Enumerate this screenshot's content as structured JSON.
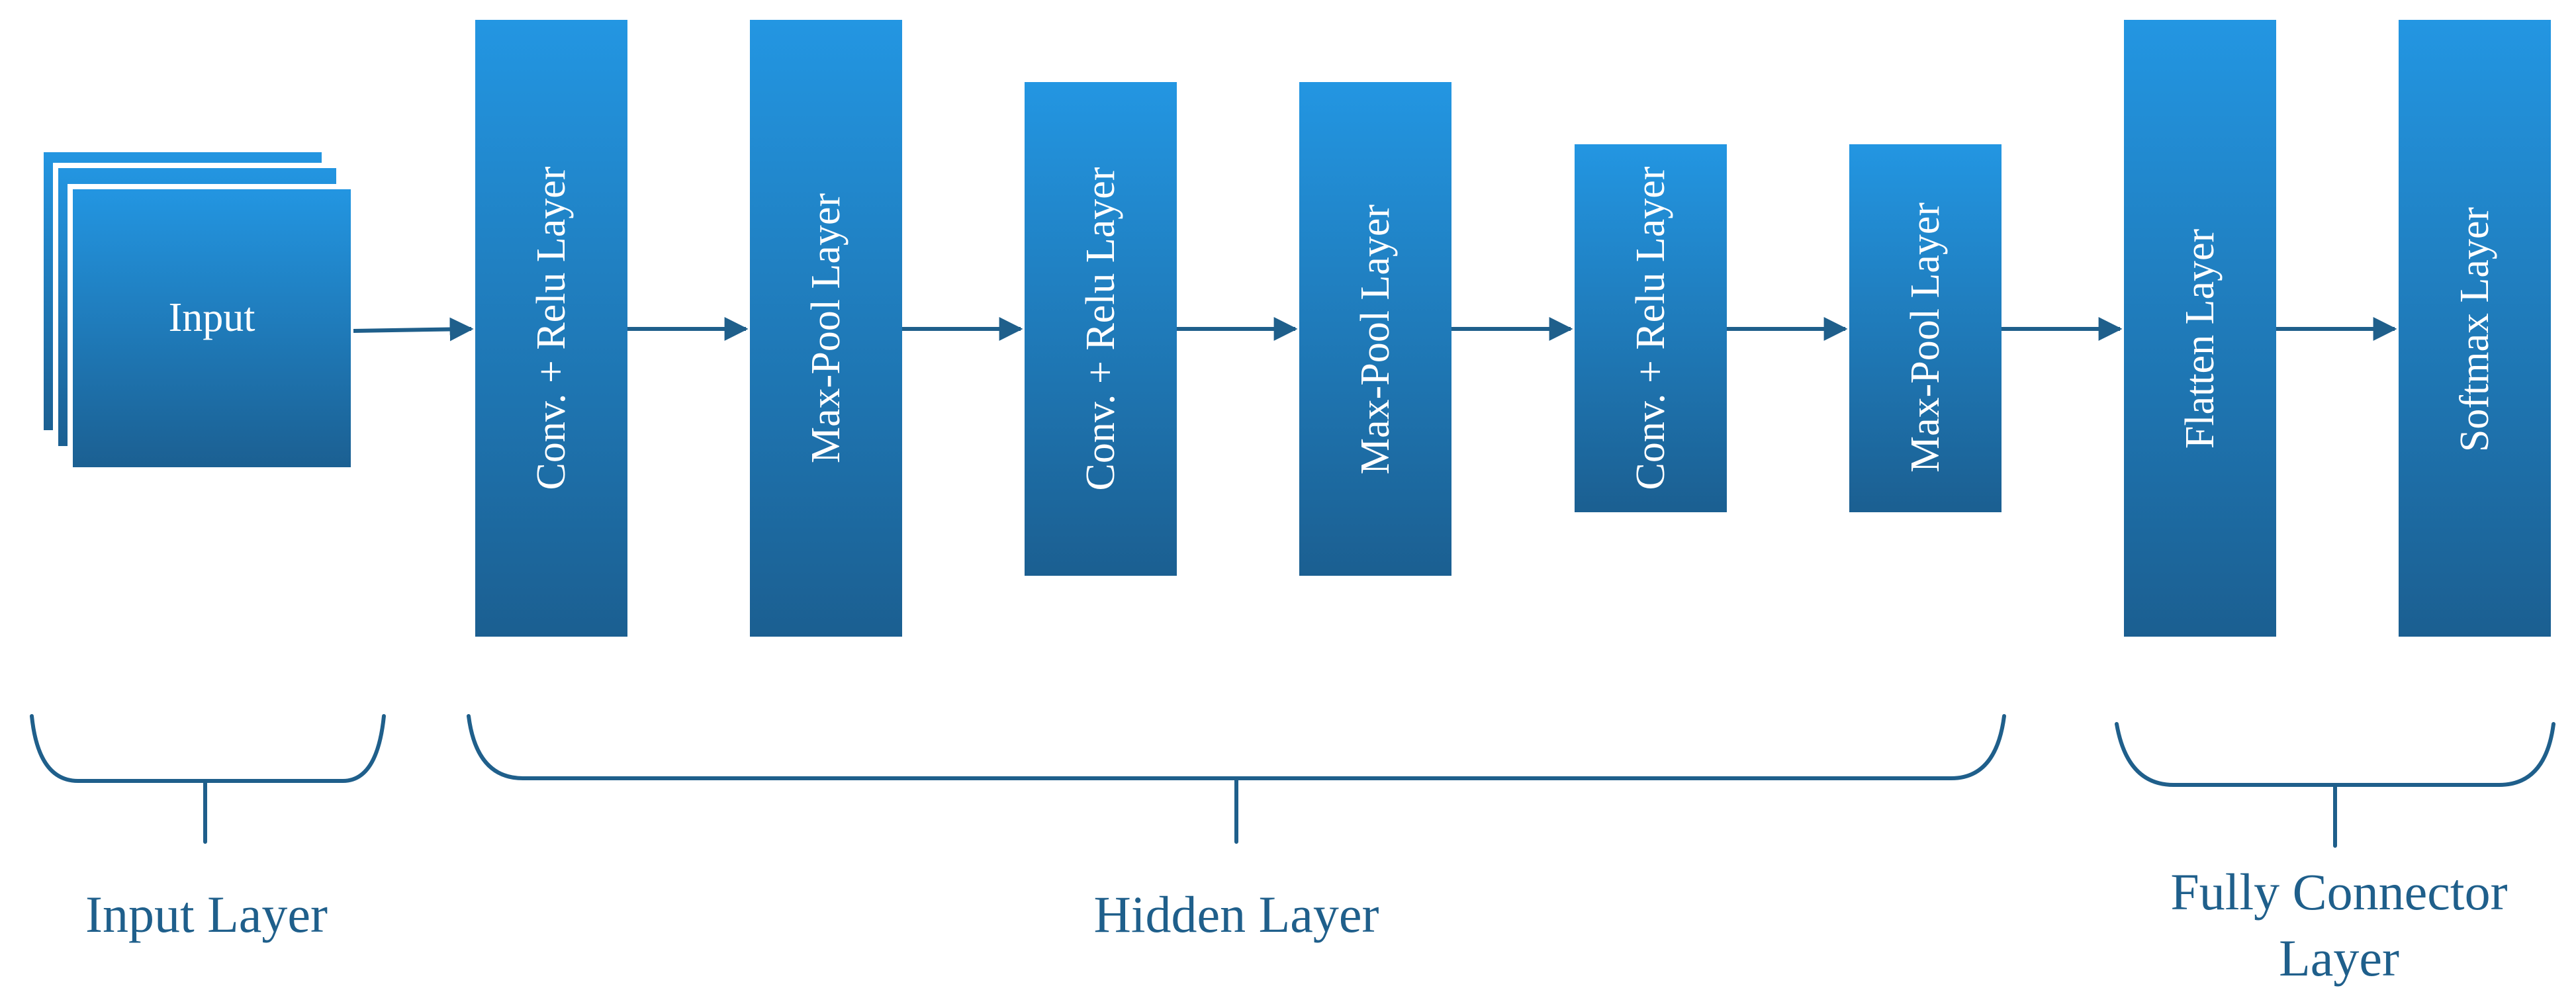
{
  "input": {
    "label": "Input"
  },
  "blocks": [
    {
      "id": "conv1",
      "label": "Conv. + Relu Layer"
    },
    {
      "id": "pool1",
      "label": "Max-Pool Layer"
    },
    {
      "id": "conv2",
      "label": "Conv. + Relu Layer"
    },
    {
      "id": "pool2",
      "label": "Max-Pool Layer"
    },
    {
      "id": "conv3",
      "label": "Conv. + Relu Layer"
    },
    {
      "id": "pool3",
      "label": "Max-Pool Layer"
    },
    {
      "id": "flatten",
      "label": "Flatten Layer"
    },
    {
      "id": "softmax",
      "label": "Softmax Layer"
    }
  ],
  "groups": {
    "input_layer": {
      "label": "Input Layer"
    },
    "hidden_layer": {
      "label": "Hidden Layer"
    },
    "fully_connected": {
      "label_line1": "Fully Connector",
      "label_line2": "Layer"
    }
  },
  "colors": {
    "block_top": "#2396e2",
    "block_bottom": "#1b5f91",
    "arrow": "#1f5f8b",
    "brace": "#1f5f8b",
    "group_text": "#1f5f8b",
    "block_text": "#ffffff"
  }
}
